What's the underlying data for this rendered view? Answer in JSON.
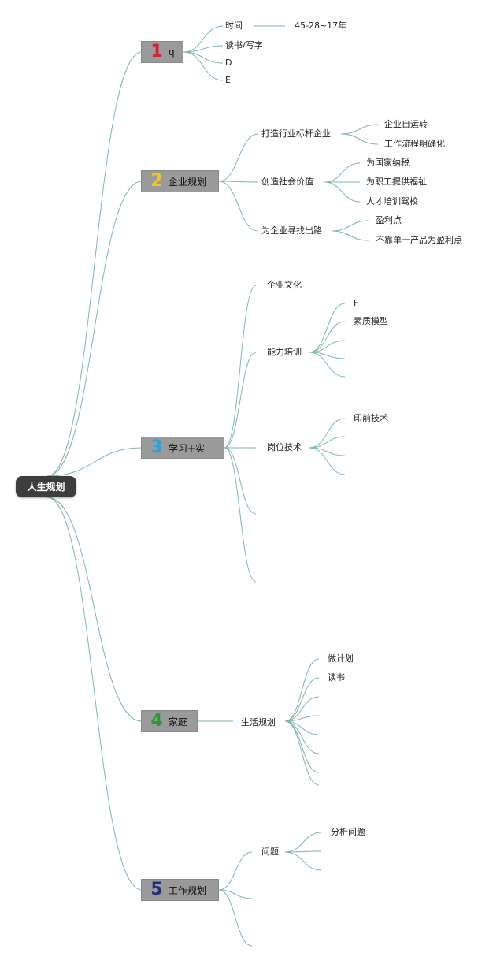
{
  "root": {
    "label": "人生规划"
  },
  "branches": [
    {
      "num": "1",
      "num_color": "#d6203a",
      "label": "q",
      "children": [
        {
          "label": "时间",
          "children": [
            {
              "label": "45-28~17年"
            }
          ]
        },
        {
          "label": "读书/写字"
        },
        {
          "label": "D"
        },
        {
          "label": "E"
        }
      ]
    },
    {
      "num": "2",
      "num_color": "#f2c230",
      "label": "企业规划",
      "children": [
        {
          "label": "打造行业标杆企业",
          "children": [
            {
              "label": "企业自运转"
            },
            {
              "label": "工作流程明确化"
            }
          ]
        },
        {
          "label": "创造社会价值",
          "children": [
            {
              "label": "为国家纳税"
            },
            {
              "label": "为职工提供福祉"
            },
            {
              "label": "人才培训驾校"
            }
          ]
        },
        {
          "label": "为企业寻找出路",
          "children": [
            {
              "label": "盈利点"
            },
            {
              "label": "不靠单一产品为盈利点"
            }
          ]
        }
      ]
    },
    {
      "num": "3",
      "num_color": "#2f9ee0",
      "label": "学习+实",
      "children": [
        {
          "label": "企业文化"
        },
        {
          "label": "能力培训",
          "children": [
            {
              "label": "F"
            },
            {
              "label": "素质模型"
            },
            {
              "label": ""
            },
            {
              "label": ""
            },
            {
              "label": ""
            }
          ]
        },
        {
          "label": "岗位技术",
          "children": [
            {
              "label": "印前技术"
            },
            {
              "label": ""
            },
            {
              "label": ""
            }
          ]
        },
        {
          "label": ""
        },
        {
          "label": ""
        }
      ]
    },
    {
      "num": "4",
      "num_color": "#2a9a3a",
      "label": "家庭",
      "children": [
        {
          "label": "生活规划",
          "children": [
            {
              "label": "做计划"
            },
            {
              "label": "读书"
            },
            {
              "label": ""
            },
            {
              "label": ""
            },
            {
              "label": ""
            },
            {
              "label": ""
            },
            {
              "label": ""
            }
          ]
        }
      ]
    },
    {
      "num": "5",
      "num_color": "#24307a",
      "label": "工作规划",
      "children": [
        {
          "label": "问题",
          "children": [
            {
              "label": "分析问题"
            },
            {
              "label": ""
            },
            {
              "label": ""
            }
          ]
        },
        {
          "label": ""
        },
        {
          "label": ""
        }
      ]
    }
  ],
  "colors": {
    "edge": "#7fb8a2",
    "root_bg": "#3d3d3d",
    "branch_bg": "#9a9a9a"
  }
}
